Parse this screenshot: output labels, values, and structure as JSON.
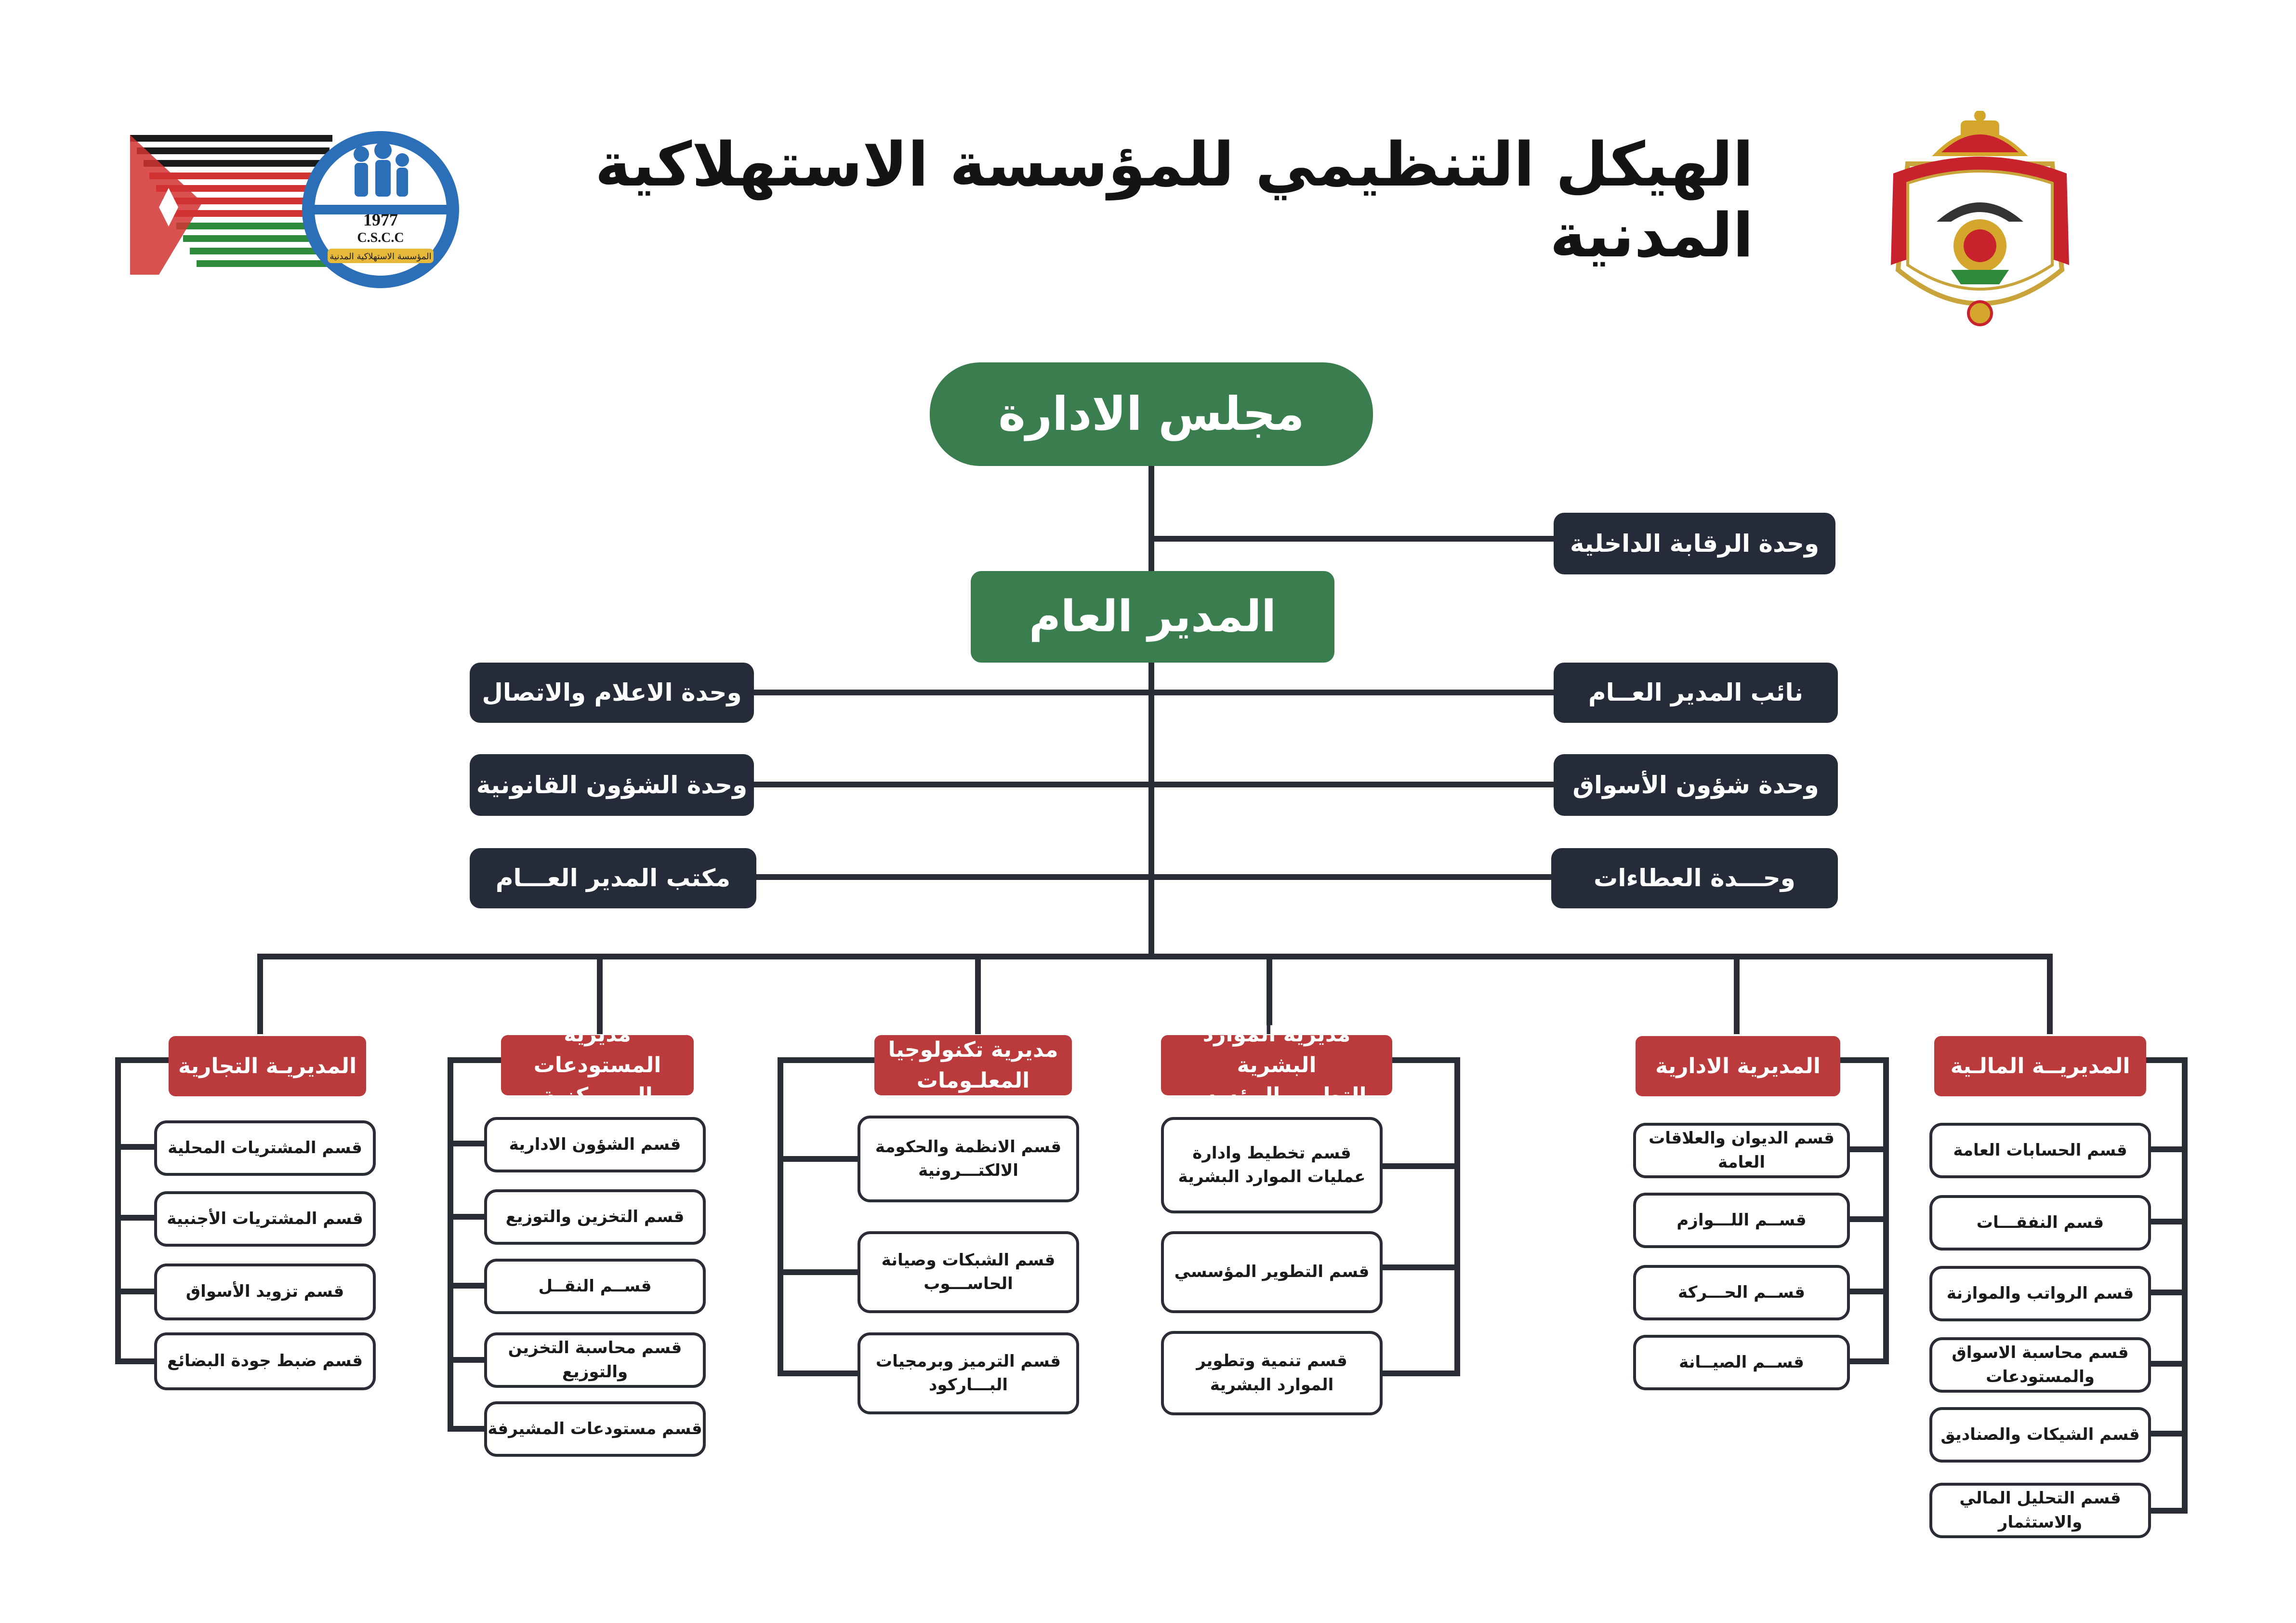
{
  "title": "الهيكل التنظيمي للمؤسسة الاستهلاكية المدنية",
  "logo": {
    "year": "1977",
    "abbr": "C.S.C.C",
    "name": "المؤسسة الاستهلاكية المدنية"
  },
  "colors": {
    "green": "#3a7d4f",
    "navy": "#252b38",
    "red": "#bb3a3c",
    "line": "#2a2d36"
  },
  "board": "مجلس الادارة",
  "internal_audit": "وحدة الرقابة الداخلية",
  "general_manager": "المدير العام",
  "units_left": [
    "وحدة الاعلام والاتصال",
    "وحدة الشؤون القانونية",
    "مكتب المدير العـــام"
  ],
  "units_right": [
    "نائب المدير العــام",
    "وحدة شؤون الأسواق",
    "وحـــدة العطاءات"
  ],
  "directorates": [
    {
      "name": "المديريـة التجارية",
      "sections": [
        "قسم المشتريات المحلية",
        "قسم المشتريات الأجنبية",
        "قسم تزويد الأسواق",
        "قسم ضبط جودة البضائع"
      ]
    },
    {
      "name": "مديرية المستودعات\nالمـــركزية",
      "sections": [
        "قسم الشؤون الادارية",
        "قسم التخزين والتوزيع",
        "قســم النقــل",
        "قسم محاسبة التخزين والتوزيع",
        "قسم مستودعات المشيرفة"
      ]
    },
    {
      "name": "مديرية تكنولوجيا\nالمعلـومات",
      "sections": [
        "قسم الانظمة والحكومة\nالالكتـــرونية",
        "قسم الشبكات وصيانة\nالحاســـوب",
        "قسم الترميز وبرمجيات\nالبـــاركود"
      ]
    },
    {
      "name": "مديرية الموارد البشرية\nوالتطوير المؤسسي",
      "sections": [
        "قسم تخطيط وادارة\nعمليات الموارد البشرية",
        "قسم التطوير المؤسسي",
        "قسم تنمية وتطوير\nالموارد البشرية"
      ]
    },
    {
      "name": "المديرية الادارية",
      "sections": [
        "قسم الديوان والعلاقات العامة",
        "قســم اللـــوازم",
        "قســم الحـــركة",
        "قســم الصيــانة"
      ]
    },
    {
      "name": "المديريــة المالـية",
      "sections": [
        "قسم الحسابات العامة",
        "قسم النفقـــات",
        "قسم الرواتب والموازنة",
        "قسم محاسبة الاسواق والمستودعات",
        "قسم الشيكات والصناديق",
        "قسم التحليل المالي والاستثمار"
      ]
    }
  ]
}
